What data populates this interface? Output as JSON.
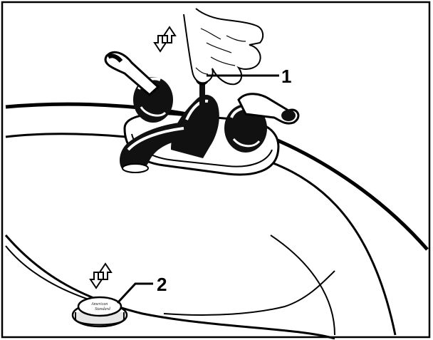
{
  "figure": {
    "callouts": [
      {
        "id": "lift-rod",
        "label": "1"
      },
      {
        "id": "drain-stopper",
        "label": "2"
      }
    ],
    "drain_logo": {
      "line1": "American",
      "line2": "Standard"
    },
    "arrows": [
      {
        "id": "lift-rod-motion",
        "meaning": "up-down-motion"
      },
      {
        "id": "stopper-motion",
        "meaning": "up-down-motion"
      }
    ],
    "colors": {
      "line": "#000000",
      "background": "#ffffff",
      "chrome_dark": "#111111",
      "chrome_light": "#f4f4f4"
    }
  }
}
